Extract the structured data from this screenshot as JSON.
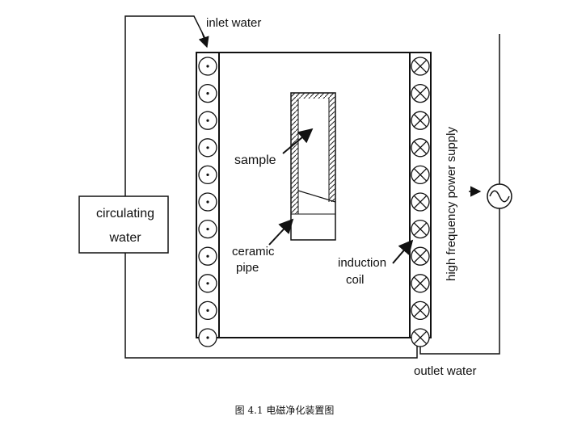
{
  "labels": {
    "inlet_water": "inlet water",
    "outlet_water": "outlet water",
    "circulating": "circulating",
    "water": "water",
    "sample": "sample",
    "ceramic": "ceramic",
    "pipe": "pipe",
    "induction": "induction",
    "coil": "coil",
    "power_supply": "high frequency power supply"
  },
  "caption": "图 4.1  电磁净化装置图",
  "colors": {
    "line": "#111111",
    "background": "#ffffff"
  },
  "icons": {
    "left_coil": "circle-dot-icon",
    "right_coil": "circle-cross-icon",
    "power_source": "ac-source-icon"
  }
}
